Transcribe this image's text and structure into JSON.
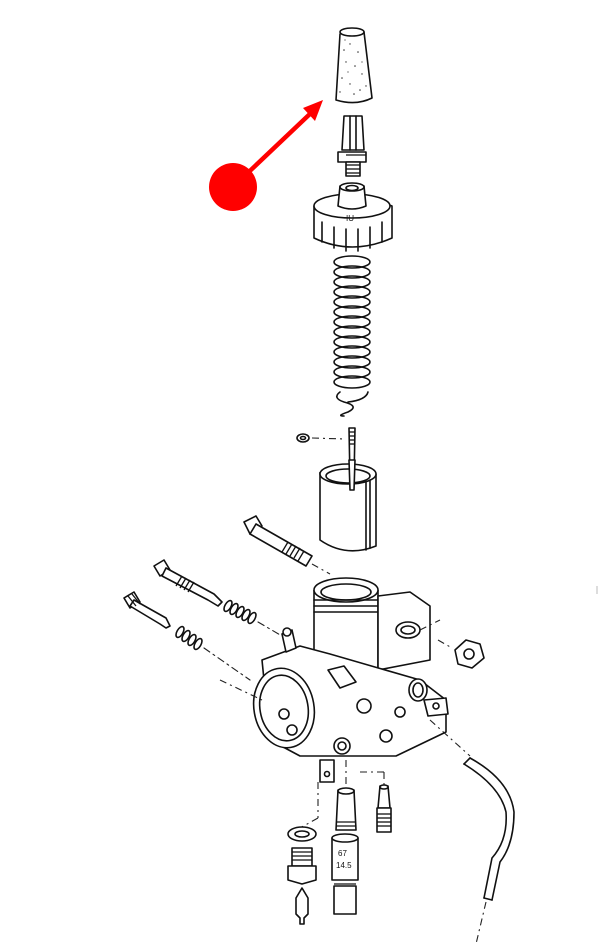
{
  "diagram": {
    "title": "Carburetor exploded view",
    "annotation": {
      "marker_color": "#ff0000",
      "marker_shape": "filled-circle-with-arrow",
      "points_to": "air-filter-element"
    },
    "parts": [
      {
        "id": "air-filter-element",
        "label": "Air filter element (foam cone)"
      },
      {
        "id": "cable-adjuster",
        "label": "Cable adjuster with lock nut"
      },
      {
        "id": "mixing-chamber-cap",
        "label": "Mixing chamber cap",
        "marking": "IU"
      },
      {
        "id": "throttle-spring",
        "label": "Throttle valve spring"
      },
      {
        "id": "needle-clip",
        "label": "Needle clip"
      },
      {
        "id": "jet-needle",
        "label": "Jet needle"
      },
      {
        "id": "throttle-slide",
        "label": "Throttle slide"
      },
      {
        "id": "air-screw",
        "label": "Air adjusting screw"
      },
      {
        "id": "idle-screw",
        "label": "Idle speed screw"
      },
      {
        "id": "idle-spring",
        "label": "Screw spring"
      },
      {
        "id": "pilot-screw",
        "label": "Pilot screw"
      },
      {
        "id": "pilot-spring",
        "label": "Pilot screw spring"
      },
      {
        "id": "carburetor-body",
        "label": "Carburetor body"
      },
      {
        "id": "hex-nut",
        "label": "Hex nut"
      },
      {
        "id": "fuel-hose",
        "label": "Overflow hose"
      },
      {
        "id": "sealing-washer",
        "label": "Sealing washer"
      },
      {
        "id": "float-valve-seat",
        "label": "Float valve seat"
      },
      {
        "id": "float-needle",
        "label": "Float needle"
      },
      {
        "id": "needle-jet",
        "label": "Needle jet"
      },
      {
        "id": "main-jet",
        "label": "Main jet",
        "marking_top": "67",
        "marking_bottom": "14.5"
      },
      {
        "id": "pilot-jet",
        "label": "Pilot jet"
      }
    ],
    "markings": {
      "cap_mark": "IU",
      "jet_mark_1": "67",
      "jet_mark_2": "14.5"
    }
  }
}
